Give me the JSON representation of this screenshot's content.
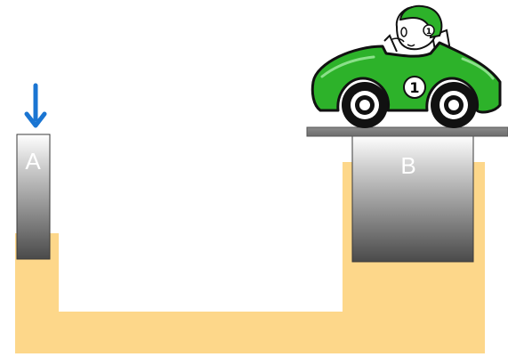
{
  "diagram": {
    "piston_a": {
      "label": "A"
    },
    "piston_b": {
      "label": "B"
    },
    "car": {
      "number": "1",
      "helmet_number": "1",
      "body_color": "#2db22a"
    },
    "fluid": {
      "color": "#fdd78a"
    },
    "arrow": {
      "color": "#1a75d2"
    }
  }
}
